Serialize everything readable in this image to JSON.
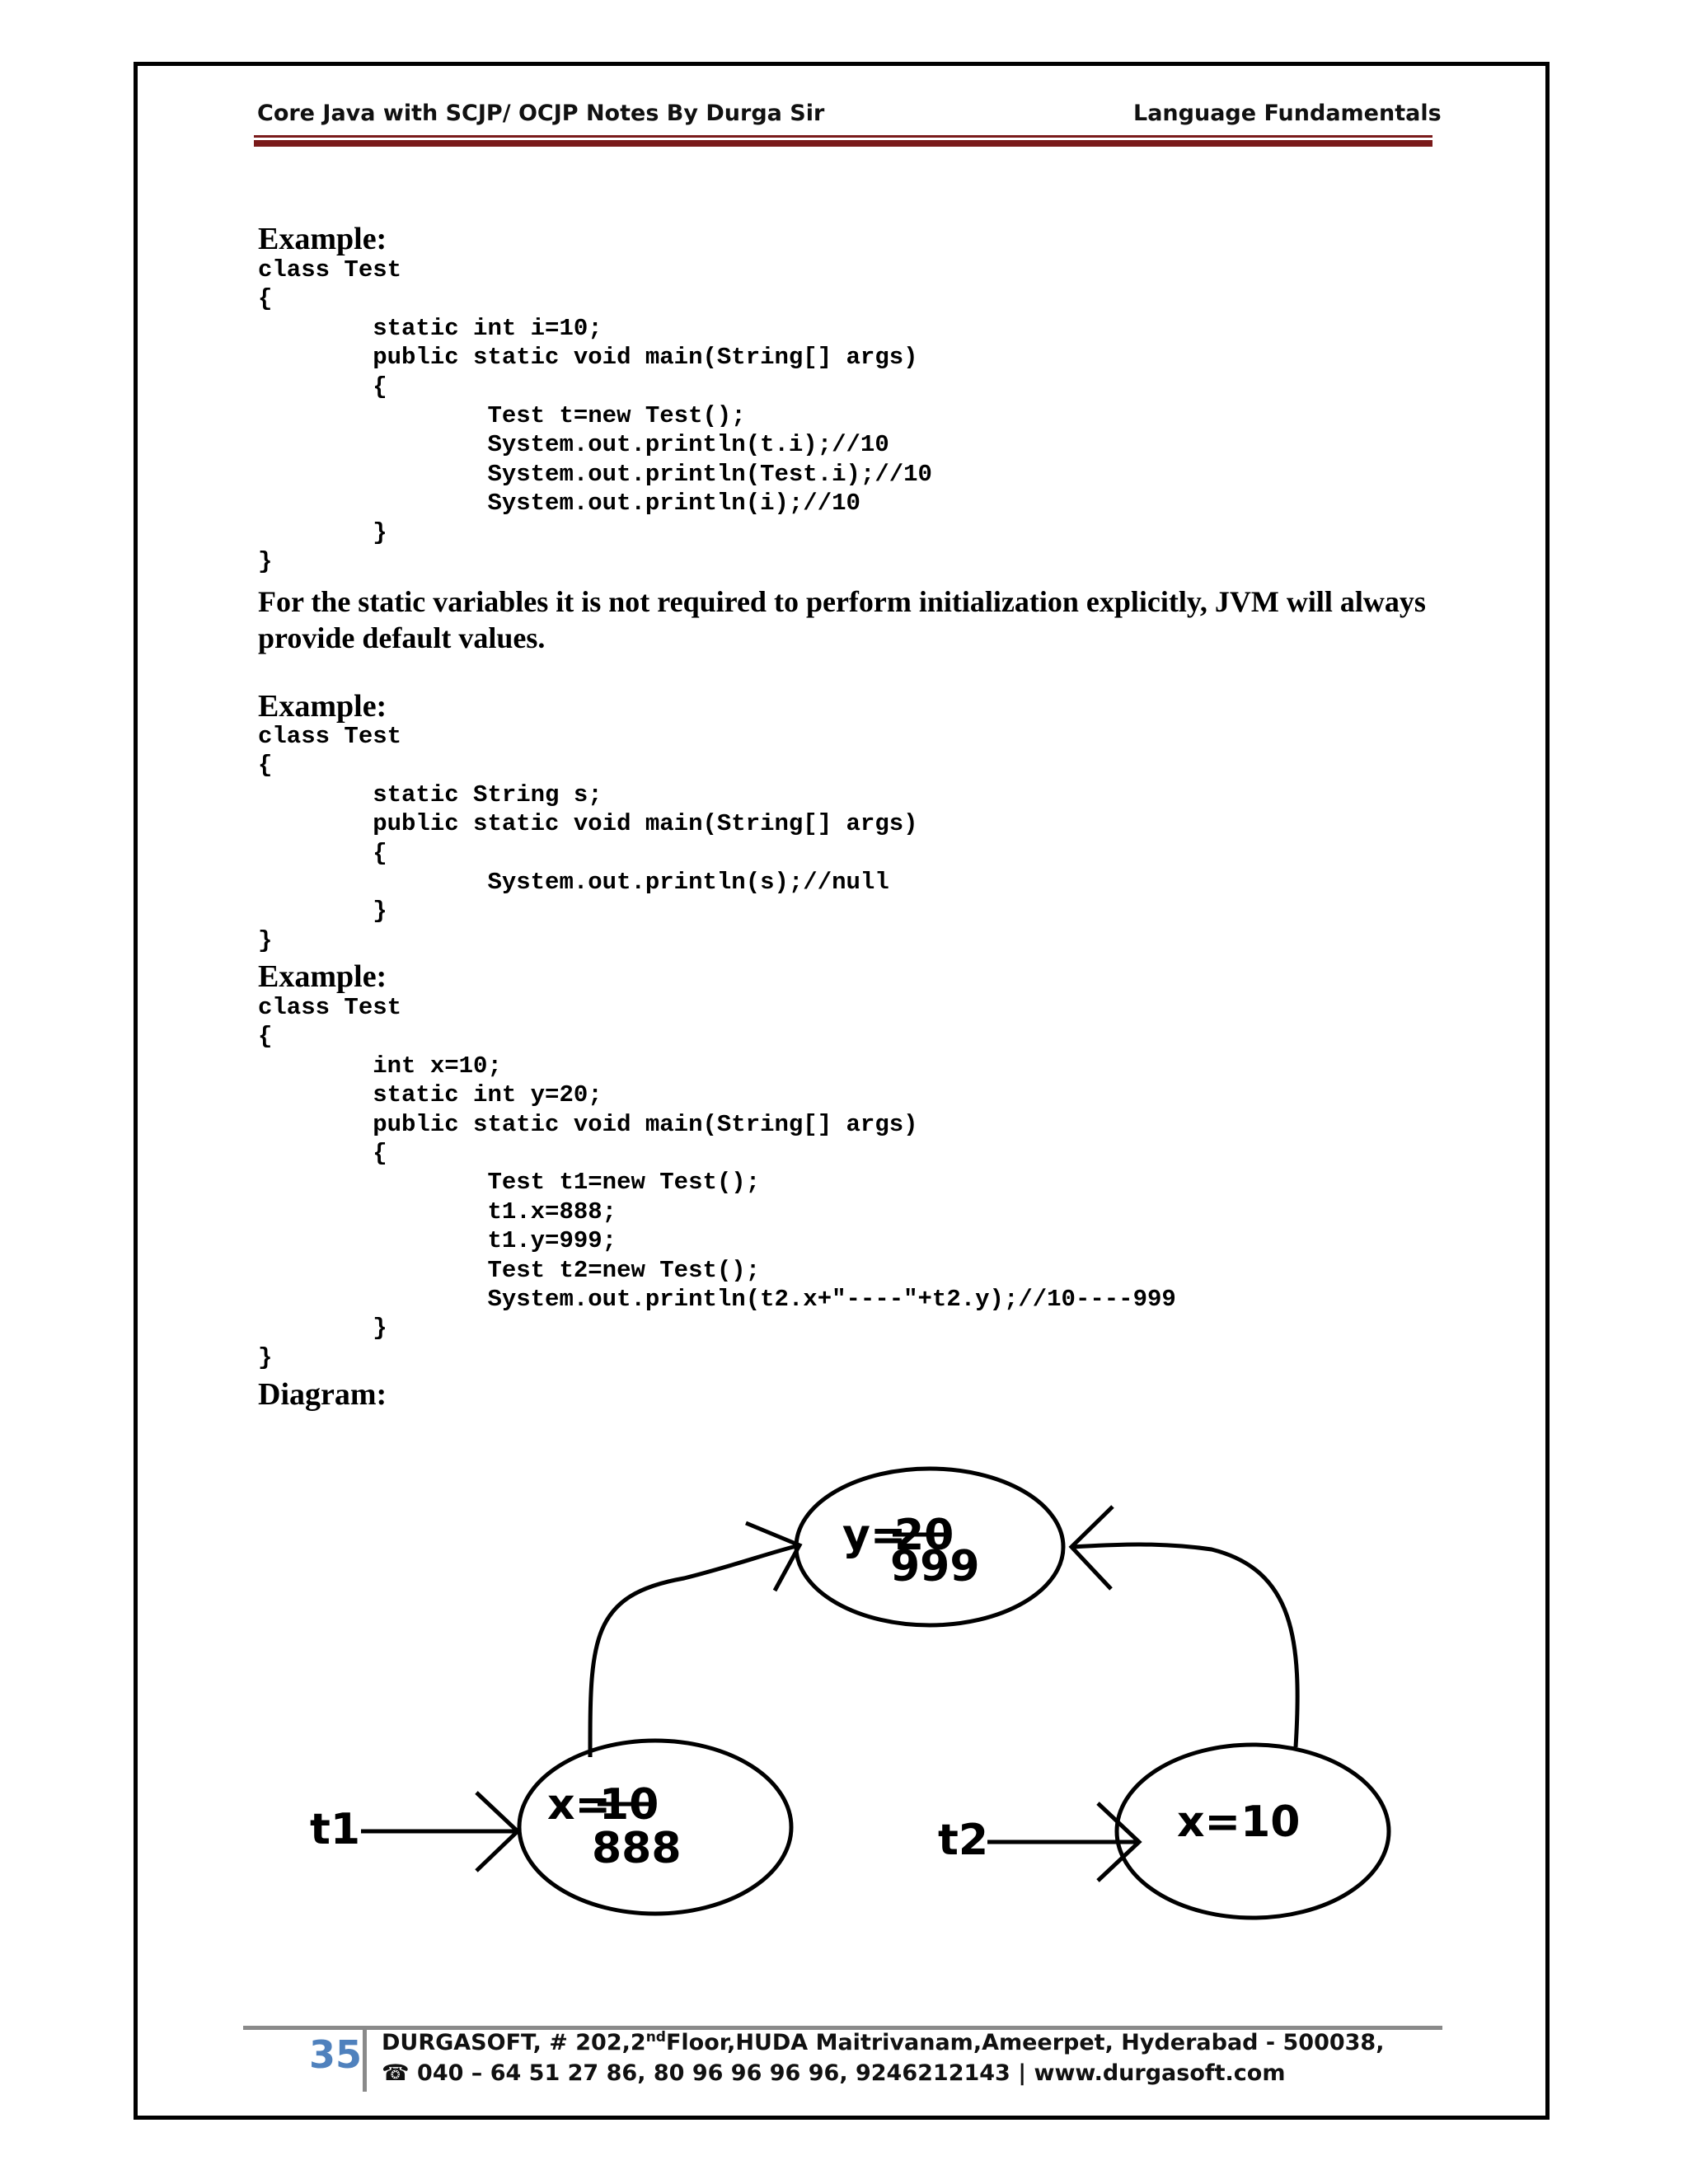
{
  "header": {
    "left": "Core Java with SCJP/ OCJP Notes By Durga Sir",
    "right": "Language Fundamentals"
  },
  "sections": [
    {
      "heading": "Example:",
      "code": "class Test\n{\n        static int i=10;\n        public static void main(String[] args)\n        {\n                Test t=new Test();\n                System.out.println(t.i);//10\n                System.out.println(Test.i);//10\n                System.out.println(i);//10\n        }\n}"
    },
    {
      "heading": "Example:",
      "code": "class Test\n{\n        static String s;\n        public static void main(String[] args)\n        {\n                System.out.println(s);//null\n        }\n}"
    },
    {
      "heading": "Example:",
      "code": "class Test\n{\n        int x=10;\n        static int y=20;\n        public static void main(String[] args)\n        {\n                Test t1=new Test();\n                t1.x=888;\n                t1.y=999;\n                Test t2=new Test();\n                System.out.println(t2.x+\"----\"+t2.y);//10----999\n        }\n}"
    }
  ],
  "paragraph": "For the static variables it is not required to perform initialization explicitly, JVM will always provide default values.",
  "diagram": {
    "heading": "Diagram:",
    "static_var": {
      "name": "y=",
      "old": "20",
      "new": "999"
    },
    "obj1": {
      "ref": "t1",
      "name": "x=",
      "old": "10",
      "new": "888"
    },
    "obj2": {
      "ref": "t2",
      "label": "x=10"
    }
  },
  "footer": {
    "page": "35",
    "line1_pre": "DURGASOFT, # 202,2",
    "line1_sup": "nd",
    "line1_post": "Floor,HUDA Maitrivanam,Ameerpet, Hyderabad - 500038,",
    "phone_icon": "☎",
    "line2": " 040 – 64 51 27 86, 80 96 96 96 96, 9246212143 | www.durgasoft.com"
  }
}
